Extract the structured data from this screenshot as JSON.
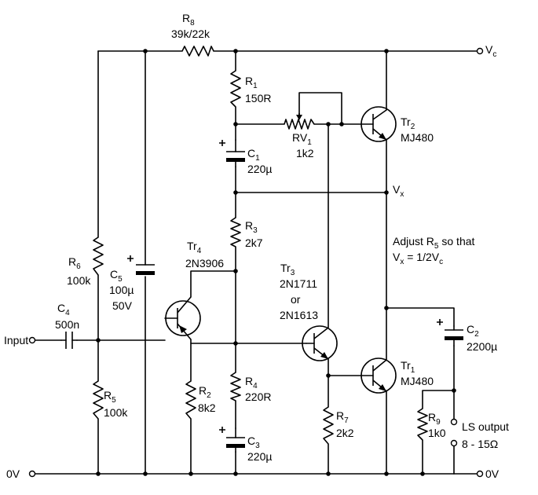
{
  "labels": {
    "r8": {
      "name": "R",
      "sub": "8",
      "value": "39k/22k"
    },
    "vc": {
      "name": "V",
      "sub": "c"
    },
    "r1": {
      "name": "R",
      "sub": "1",
      "value": "150R"
    },
    "rv1": {
      "name": "RV",
      "sub": "1",
      "value": "1k2"
    },
    "tr2": {
      "name": "Tr",
      "sub": "2",
      "value": "MJ480"
    },
    "c1": {
      "name": "C",
      "sub": "1",
      "value": "220µ"
    },
    "vx": {
      "name": "V",
      "sub": "x"
    },
    "r3": {
      "name": "R",
      "sub": "3",
      "value": "2k7"
    },
    "note": {
      "line1_pre": "Adjust R",
      "line1_sub": "5",
      "line1_post": " so that",
      "line2_a": "V",
      "line2_a_sub": "x",
      "line2_b": " = 1/2V",
      "line2_b_sub": "c"
    },
    "r6": {
      "name": "R",
      "sub": "6",
      "value": "100k"
    },
    "c5": {
      "name": "C",
      "sub": "5",
      "value": "100µ",
      "rating": "50V"
    },
    "tr4": {
      "name": "Tr",
      "sub": "4",
      "value": "2N3906"
    },
    "tr3": {
      "name": "Tr",
      "sub": "3",
      "value": "2N1711",
      "or": "or",
      "alt": "2N1613"
    },
    "c4": {
      "name": "C",
      "sub": "4",
      "value": "500n"
    },
    "input": "Input",
    "c2": {
      "name": "C",
      "sub": "2",
      "value": "2200µ"
    },
    "tr1": {
      "name": "Tr",
      "sub": "1",
      "value": "MJ480"
    },
    "r2": {
      "name": "R",
      "sub": "2",
      "value": "8k2"
    },
    "r4": {
      "name": "R",
      "sub": "4",
      "value": "220R"
    },
    "r5": {
      "name": "R",
      "sub": "5",
      "value": "100k"
    },
    "r7": {
      "name": "R",
      "sub": "7",
      "value": "2k2"
    },
    "r9": {
      "name": "R",
      "sub": "9",
      "value": "1k0"
    },
    "ls": {
      "line1": "LS output",
      "line2": "8 - 15Ω"
    },
    "c3": {
      "name": "C",
      "sub": "3",
      "value": "220µ"
    },
    "zv_left": "0V",
    "zv_right": "0V"
  }
}
